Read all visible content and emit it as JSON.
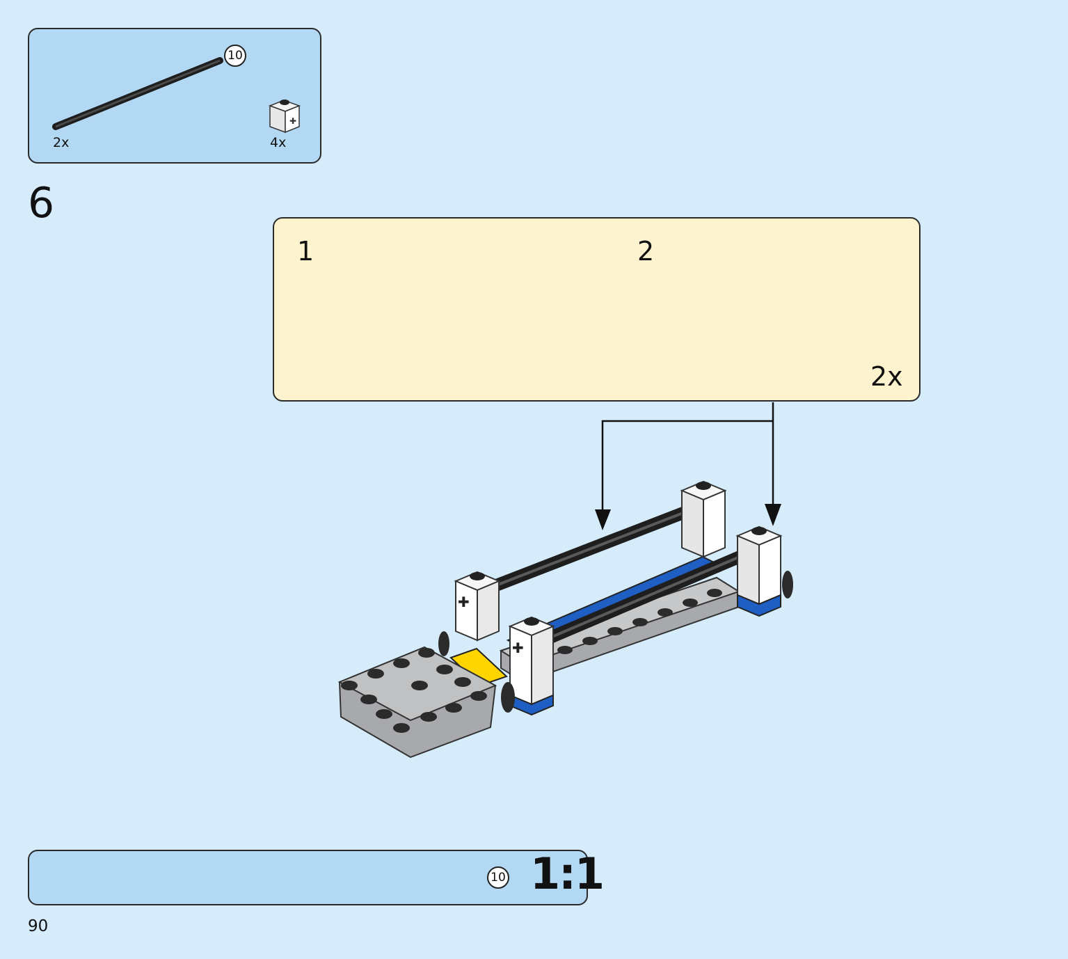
{
  "parts_callout": {
    "axle_length_label": "10",
    "axle_quantity": "2x",
    "connector_quantity": "4x"
  },
  "step": {
    "number": "6",
    "subassembly": {
      "step1_label": "1",
      "step2_label": "2",
      "multiplier": "2x"
    }
  },
  "ruler": {
    "length_label": "10",
    "scale_label": "1:1"
  },
  "page_number": "90",
  "colors": {
    "page_background": "#d6ecfb",
    "callout_blue": "#b3d8f3",
    "callout_yellow": "#fdf4cf",
    "axle_dark": "#3a3a3a",
    "brick_white": "#ffffff",
    "plate_gray": "#a7a9ac",
    "accent_blue": "#1f5fc4",
    "accent_yellow": "#ffd500"
  }
}
